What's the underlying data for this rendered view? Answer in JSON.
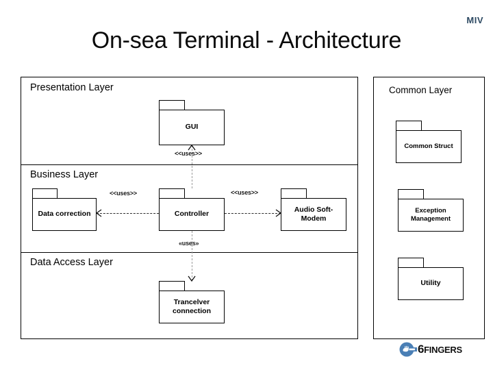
{
  "slide": {
    "title": "On-sea Terminal - Architecture",
    "brand_mark": "MIV"
  },
  "diagram": {
    "type": "uml-package-diagram",
    "left_panel": {
      "name": "layered-architecture-panel",
      "layers": [
        {
          "id": "presentation",
          "title": "Presentation Layer",
          "packages": [
            {
              "id": "gui",
              "label": "GUI"
            }
          ]
        },
        {
          "id": "business",
          "title": "Business Layer",
          "packages": [
            {
              "id": "data-correction",
              "label": "Data correction"
            },
            {
              "id": "controller",
              "label": "Controller"
            },
            {
              "id": "audio-soft-modem",
              "label": "Audio Soft-Modem"
            }
          ]
        },
        {
          "id": "data-access",
          "title": "Data Access Layer",
          "packages": [
            {
              "id": "tranceiver-connection",
              "label": "Trancelver connection"
            }
          ]
        }
      ]
    },
    "right_panel": {
      "name": "common-layer-panel",
      "title": "Common Layer",
      "packages": [
        {
          "id": "common-struct",
          "label": "Common Struct"
        },
        {
          "id": "exception-management",
          "label": "Exception Management"
        },
        {
          "id": "utility",
          "label": "Utility"
        }
      ]
    },
    "connectors": [
      {
        "id": "controller-to-gui",
        "from": "controller",
        "to": "gui",
        "stereotype": "<<uses>>",
        "style": "dashed",
        "direction": "up"
      },
      {
        "id": "controller-to-data-correction",
        "from": "controller",
        "to": "data-correction",
        "stereotype": "<<uses>>",
        "style": "dashed",
        "direction": "left"
      },
      {
        "id": "controller-to-audio-soft-modem",
        "from": "controller",
        "to": "audio-soft-modem",
        "stereotype": "<<uses>>",
        "style": "dashed",
        "direction": "right"
      },
      {
        "id": "controller-to-tranceiver",
        "from": "controller",
        "to": "tranceiver-connection",
        "stereotype": "«uses»",
        "style": "dashed",
        "direction": "down"
      }
    ]
  },
  "footer": {
    "logo_lead": "6",
    "logo_rest": "FINGERS",
    "logo_icon": "hand-fingers-icon"
  },
  "colors": {
    "brand_blue": "#2e4a63",
    "logo_blue": "#4a7fb5",
    "stroke": "#000000",
    "connector": "#9a9a9a",
    "background": "#ffffff"
  }
}
